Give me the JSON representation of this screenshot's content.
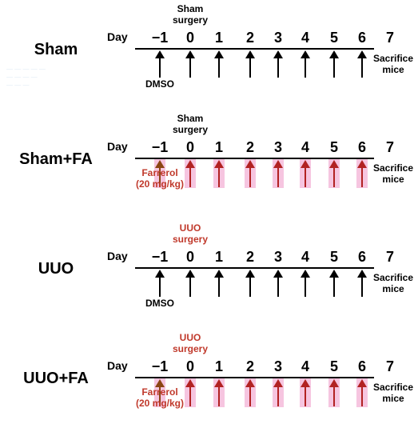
{
  "colors": {
    "text": "#000000",
    "timeline": "#000000",
    "red_text": "#c0392b",
    "black_arrow": "#000000",
    "brown_arrow": "#8b4513",
    "red_arrow": "#b22222",
    "arrow_highlight": "#f6c5e0",
    "faint_text": "#dfe9f3"
  },
  "day_label": "Day",
  "days": [
    "−1",
    "0",
    "1",
    "2",
    "3",
    "4",
    "5",
    "6",
    "7"
  ],
  "sacrifice_label": "Sacrifice\nmice",
  "panels": [
    {
      "key": "sham",
      "title": "Sham",
      "surgery_label": "Sham\nsurgery",
      "surgery_color": "#000000",
      "treatment_label": "DMSO",
      "treatment_color": "#000000",
      "arrow_style": "black",
      "faint_text": "— — — — —\n— — — —\n— — —"
    },
    {
      "key": "sham-fa",
      "title": "Sham+FA",
      "surgery_label": "Sham\nsurgery",
      "surgery_color": "#000000",
      "treatment_label": "Farrerol\n(20 mg/kg)",
      "treatment_color": "#c0392b",
      "arrow_style": "highlight",
      "faint_text": ""
    },
    {
      "key": "uuo",
      "title": "UUO",
      "surgery_label": "UUO\nsurgery",
      "surgery_color": "#c0392b",
      "treatment_label": "DMSO",
      "treatment_color": "#000000",
      "arrow_style": "black",
      "faint_text": ""
    },
    {
      "key": "uuo-fa",
      "title": "UUO+FA",
      "surgery_label": "UUO\nsurgery",
      "surgery_color": "#c0392b",
      "treatment_label": "Farrerol\n(20 mg/kg)",
      "treatment_color": "#c0392b",
      "arrow_style": "highlight",
      "faint_text": ""
    }
  ]
}
